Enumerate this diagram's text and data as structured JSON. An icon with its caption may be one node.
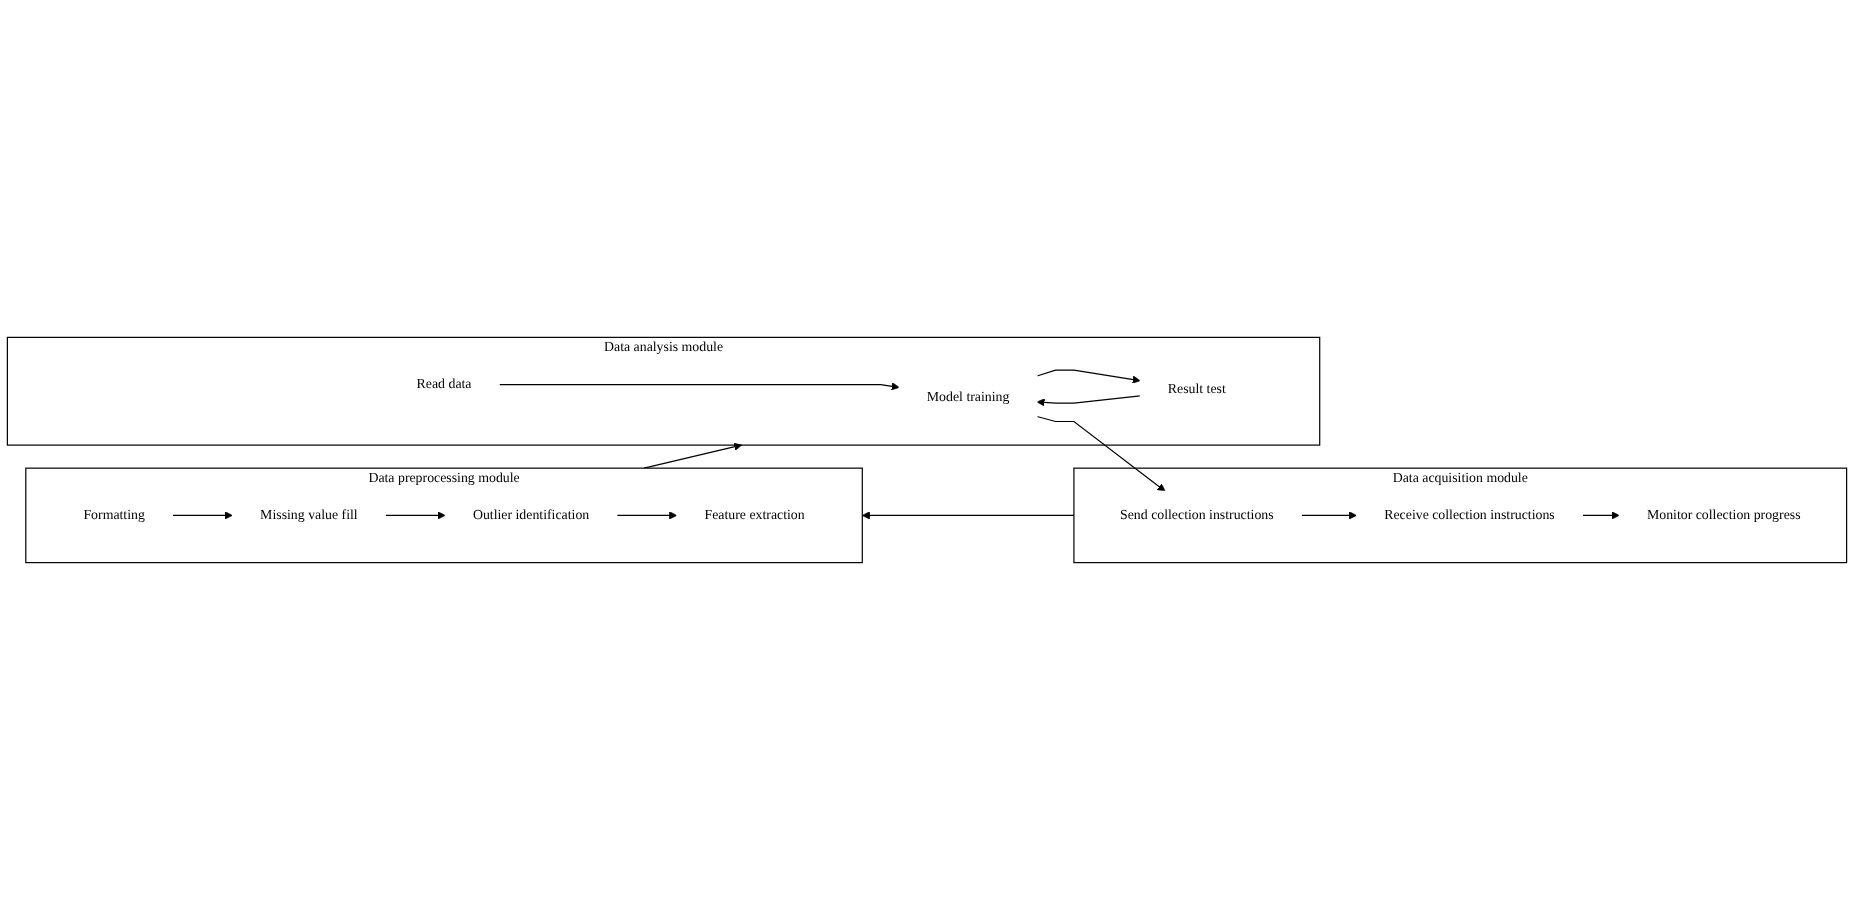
{
  "diagram": {
    "nodes": [
      {
        "text": [
          "Data acquisition module"
        ]
      },
      {
        "text": [
          "Send collection instructions"
        ],
        "in": 0
      },
      {
        "text": [
          "Receive collection instructions"
        ],
        "in": 0
      },
      {
        "text": [
          "Monitor collection progress"
        ],
        "in": 0
      },
      {
        "text": [
          "Data preprocessing module"
        ]
      },
      {
        "text": [
          "Formatting"
        ],
        "in": 4
      },
      {
        "text": [
          "Missing value fill"
        ],
        "in": 4
      },
      {
        "text": [
          "Outlier identification"
        ],
        "in": 4
      },
      {
        "text": [
          "Feature extraction"
        ],
        "in": 4
      },
      {
        "text": [
          "Data analysis module"
        ]
      },
      {
        "text": [
          "Model training"
        ],
        "in": 9
      },
      {
        "text": [
          "Read data"
        ],
        "in": 9
      },
      {
        "text": [
          "Result test"
        ],
        "in": 9
      }
    ],
    "edges": [
      {
        "from": 1,
        "to": 2,
        "arrow": "to"
      },
      {
        "from": 2,
        "to": 3,
        "arrow": "to"
      },
      {
        "from": 0,
        "to": 4,
        "arrow": "to"
      },
      {
        "from": 5,
        "to": 6,
        "arrow": "to"
      },
      {
        "from": 6,
        "to": 7,
        "arrow": "to"
      },
      {
        "from": 7,
        "to": 8,
        "arrow": "to"
      },
      {
        "from": 4,
        "to": 9,
        "arrow": "to"
      },
      {
        "from": 11,
        "to": 10,
        "arrow": "to"
      },
      {
        "from": 10,
        "to": 12,
        "arrow": "to"
      },
      {
        "from": 12,
        "to": 10,
        "arrow": "to"
      },
      {
        "from": 10,
        "to": 1,
        "arrow": "to"
      }
    ]
  }
}
